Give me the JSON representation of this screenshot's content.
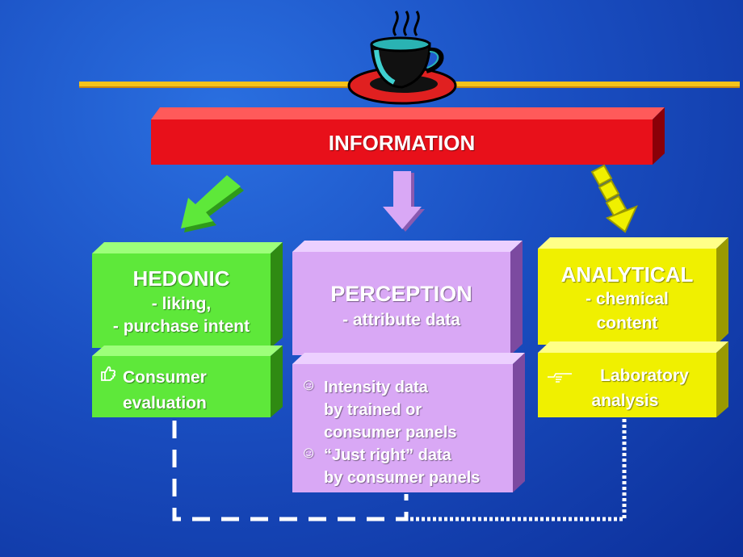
{
  "colors": {
    "background": "#1a4fc2",
    "rule": "#f5c31a",
    "information": "#e8101a",
    "hedonic": "#5ee83a",
    "perception": "#d9a8f5",
    "analytical": "#f0f000",
    "connector": "#ffffff"
  },
  "icons": {
    "header": "coffee-cup-icon",
    "hedonic_bullet": "thumbs-up-icon",
    "perception_bullet": "smiley-icon",
    "analytical_bullet": "hand-pointer-icon"
  },
  "information": {
    "title": "INFORMATION"
  },
  "hedonic": {
    "title": "HEDONIC",
    "lines": [
      "- liking,",
      "- purchase intent"
    ],
    "bullet": "Consumer evaluation",
    "bullet_lines": [
      "Consumer",
      "evaluation"
    ]
  },
  "perception": {
    "title": "PERCEPTION",
    "subtitle": "- attribute data",
    "bullets": [
      {
        "lines": [
          "Intensity data",
          "by trained or",
          "consumer panels"
        ]
      },
      {
        "lines": [
          "“Just right” data",
          "by consumer panels"
        ]
      }
    ]
  },
  "analytical": {
    "title": "ANALYTICAL",
    "lines": [
      "- chemical",
      "content"
    ],
    "bullet_lines": [
      "Laboratory",
      "analysis"
    ]
  }
}
